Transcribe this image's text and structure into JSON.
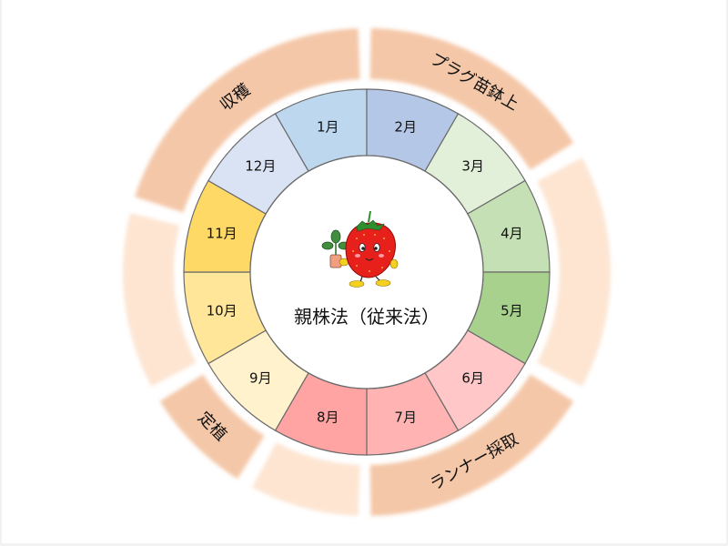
{
  "diagram": {
    "center_title": "親株法（従来法）",
    "center_icon": "strawberry-mascot-icon",
    "months": [
      {
        "label": "1月",
        "color": "#bdd7ee"
      },
      {
        "label": "2月",
        "color": "#b4c7e7"
      },
      {
        "label": "3月",
        "color": "#e2f0d9"
      },
      {
        "label": "4月",
        "color": "#c5e0b4"
      },
      {
        "label": "5月",
        "color": "#a9d18e"
      },
      {
        "label": "6月",
        "color": "#ffc7c7"
      },
      {
        "label": "7月",
        "color": "#ffb3b3"
      },
      {
        "label": "8月",
        "color": "#ffa3a3"
      },
      {
        "label": "9月",
        "color": "#fff2cc"
      },
      {
        "label": "10月",
        "color": "#ffe699"
      },
      {
        "label": "11月",
        "color": "#ffd966"
      },
      {
        "label": "12月",
        "color": "#dae3f3"
      }
    ],
    "phases": [
      {
        "label": "プラグ苗鉢上",
        "start": 1,
        "end": 58,
        "active": true
      },
      {
        "label": "",
        "start": 62,
        "end": 118,
        "active": false
      },
      {
        "label": "ランナー採取",
        "start": 122,
        "end": 179,
        "active": true
      },
      {
        "label": "",
        "start": 182,
        "end": 208,
        "active": false
      },
      {
        "label": "定植",
        "start": 212,
        "end": 238,
        "active": true
      },
      {
        "label": "",
        "start": 242,
        "end": 284,
        "active": false
      },
      {
        "label": "収穫",
        "start": 288,
        "end": 358,
        "active": true
      }
    ],
    "colors": {
      "phase_active": "#f4c7a8",
      "phase_inactive": "#fde5d2",
      "ring_stroke": "#6b6b6b"
    }
  }
}
